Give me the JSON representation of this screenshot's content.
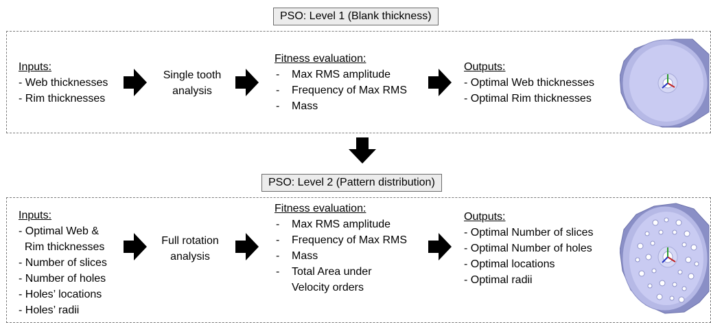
{
  "level1": {
    "title": "PSO: Level 1 (Blank thickness)",
    "inputs_heading": "Inputs:",
    "inputs": [
      "- Web thicknesses",
      "- Rim thicknesses"
    ],
    "analysis": [
      "Single tooth",
      "analysis"
    ],
    "fitness_heading": "Fitness evaluation:",
    "fitness": [
      "Max RMS amplitude",
      "Frequency of Max RMS",
      "Mass"
    ],
    "outputs_heading": "Outputs:",
    "outputs": [
      "- Optimal Web thicknesses",
      "- Optimal Rim thicknesses"
    ]
  },
  "level2": {
    "title": "PSO: Level 2 (Pattern distribution)",
    "inputs_heading": "Inputs:",
    "inputs": [
      "- Optimal Web &",
      "  Rim thicknesses",
      "- Number of slices",
      "- Number of holes",
      "- Holes’ locations",
      "- Holes’ radii"
    ],
    "analysis": [
      "Full rotation",
      "analysis"
    ],
    "fitness_heading": "Fitness evaluation:",
    "fitness": [
      "Max RMS amplitude",
      "Frequency of Max RMS",
      "Mass",
      "Total Area under",
      "Velocity orders"
    ],
    "outputs_heading": "Outputs:",
    "outputs": [
      "- Optimal Number of slices",
      "- Optimal Number of holes",
      "- Optimal locations",
      "- Optimal radii"
    ]
  },
  "fitness_bullet": "-",
  "colors": {
    "arrow": "#000000",
    "gear_face": "#c7c9ef",
    "gear_edge": "#8e92c8",
    "title_bg": "#ececec"
  }
}
